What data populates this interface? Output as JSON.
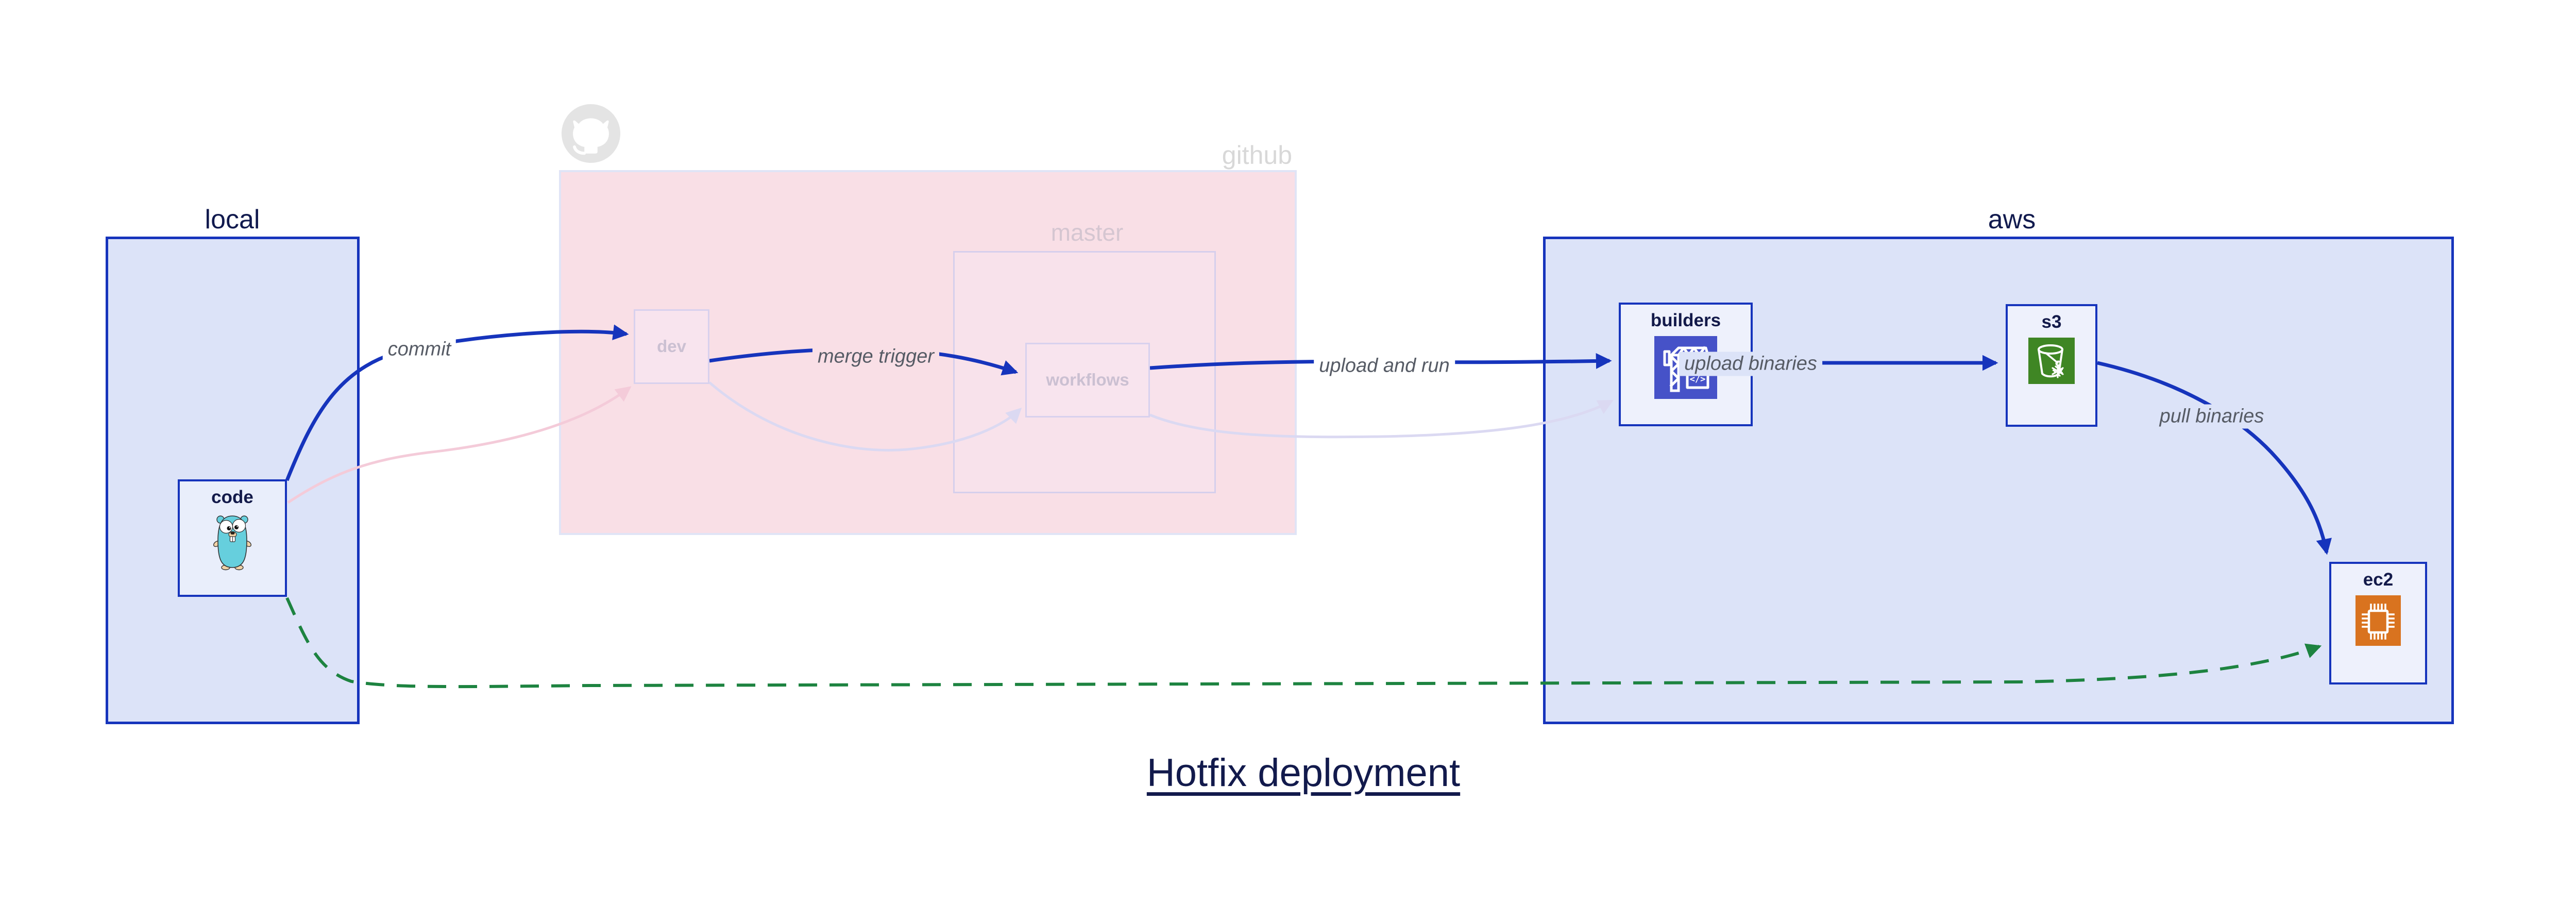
{
  "title": "Hotfix deployment",
  "clusters": {
    "local": {
      "label": "local"
    },
    "github": {
      "label": "github",
      "logo_icon": "octocat-icon"
    },
    "master": {
      "label": "master"
    },
    "aws": {
      "label": "aws"
    }
  },
  "nodes": {
    "code": {
      "label": "code",
      "icon": "go-gopher-icon"
    },
    "dev": {
      "label": "dev"
    },
    "workflows": {
      "label": "workflows"
    },
    "builders": {
      "label": "builders",
      "icon": "codebuild-crane-icon",
      "icon_text": "</>"
    },
    "s3": {
      "label": "s3",
      "icon": "s3-glacier-bucket-icon"
    },
    "ec2": {
      "label": "ec2",
      "icon": "ec2-chip-icon"
    }
  },
  "edges": {
    "commit": {
      "label": "commit",
      "from": "code",
      "to": "dev",
      "style": "solid-blue"
    },
    "merge_trigger": {
      "label": "merge trigger",
      "from": "dev",
      "to": "workflows",
      "style": "solid-blue"
    },
    "upload_and_run": {
      "label": "upload and run",
      "from": "workflows",
      "to": "builders",
      "style": "solid-blue"
    },
    "upload_binaries": {
      "label": "upload binaries",
      "from": "builders",
      "to": "s3",
      "style": "solid-blue"
    },
    "pull_binaries": {
      "label": "pull binaries",
      "from": "s3",
      "to": "ec2",
      "style": "solid-blue"
    },
    "hotfix_direct": {
      "label": "",
      "from": "code",
      "to": "ec2",
      "style": "dashed-green"
    },
    "faded_commit": {
      "label": "",
      "from": "code",
      "to": "dev",
      "style": "faded-pink"
    },
    "faded_merge": {
      "label": "",
      "from": "dev",
      "to": "workflows",
      "style": "faded-lavender"
    },
    "faded_upload": {
      "label": "",
      "from": "workflows",
      "to": "builders",
      "style": "faded-lavender"
    }
  },
  "colors": {
    "accent_blue": "#1634bc",
    "navy_text": "#121a4c",
    "cluster_blue_fill": "#dce3f8",
    "node_fill": "#eef1fc",
    "github_pink_fill": "#f9dfe6",
    "master_pink_fill": "#f8e2eb",
    "faded_border": "#d8d1ee",
    "faded_text": "#cbc0d2",
    "edge_label_gray": "#565b65",
    "hotfix_green": "#1d8340",
    "faded_pink_edge": "#f4cbd9",
    "faded_lavender_edge": "#dbd9f2",
    "github_gray": "#d8d8d8",
    "codebuild_indigo": "#4652c8",
    "s3_green": "#3f8624",
    "ec2_orange": "#d9731f",
    "gopher_teal": "#66cfdd"
  }
}
